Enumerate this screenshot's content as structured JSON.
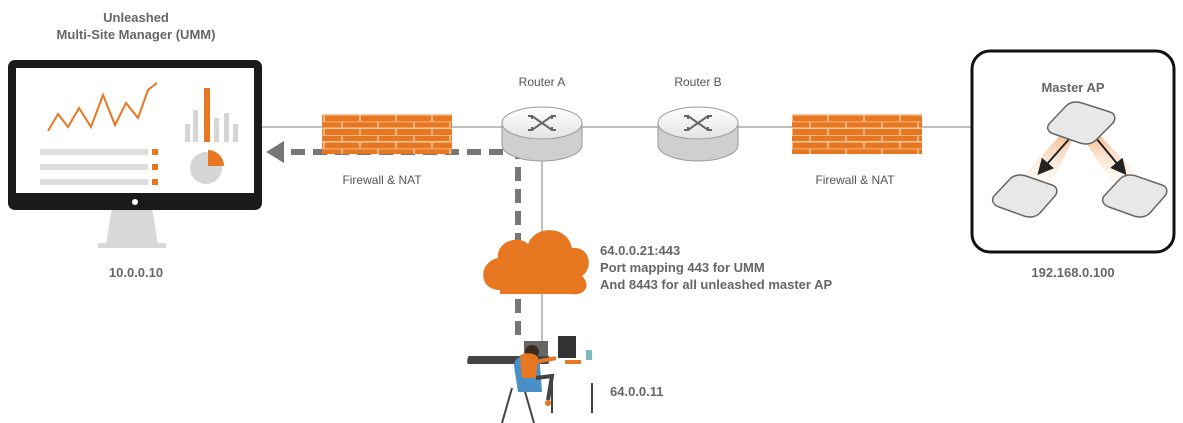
{
  "umm": {
    "title_line1": "Unleashed",
    "title_line2": "Multi-Site Manager (UMM)",
    "ip": "10.0.0.10"
  },
  "router_a": {
    "label": "Router A"
  },
  "router_b": {
    "label": "Router B"
  },
  "firewall_left": {
    "label": "Firewall & NAT"
  },
  "firewall_right": {
    "label": "Firewall & NAT"
  },
  "cloud": {
    "line1": "64.0.0.21:443",
    "line2": "Port mapping 443 for UMM",
    "line3": "And 8443 for all unleashed master AP"
  },
  "remote_user": {
    "ip": "64.0.0.11"
  },
  "site": {
    "title": "Master AP",
    "ip": "192.168.0.100"
  },
  "icons": {
    "monitor": "monitor-icon",
    "router": "router-icon",
    "firewall": "brick-wall-icon",
    "cloud": "cloud-icon",
    "user": "person-at-desk-icon",
    "access_point": "access-point-icon"
  },
  "colors": {
    "accent_orange": "#e87722",
    "brick": "#e87722",
    "line_gray": "#9a9a9a",
    "dashed_gray": "#777777",
    "monitor_frame": "#1a1a1a"
  }
}
